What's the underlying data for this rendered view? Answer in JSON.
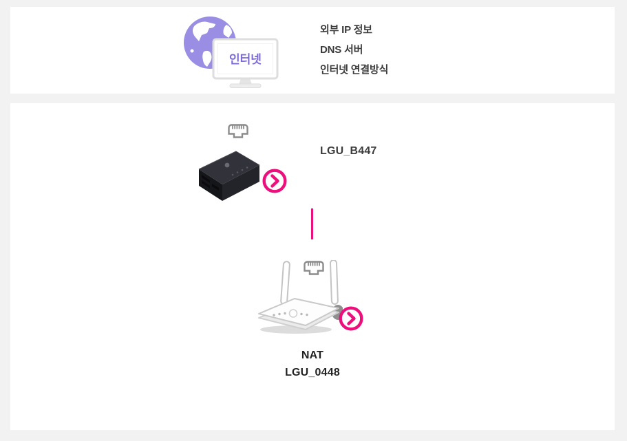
{
  "colors": {
    "background": "#f2f2f2",
    "card": "#ffffff",
    "accent_pink": "#ec0f7c",
    "globe_purple": "#998ee4",
    "monitor_text_purple": "#7b68d9",
    "text_dark": "#3c3c3c",
    "icon_gray": "#8c8c8c"
  },
  "internet_card": {
    "monitor_label": "인터넷",
    "info_items": [
      "외부 IP 정보",
      "DNS 서버",
      "인터넷 연결방식"
    ]
  },
  "topology_card": {
    "modem_name": "LGU_B447",
    "router_mode": "NAT",
    "router_name": "LGU_0448"
  }
}
